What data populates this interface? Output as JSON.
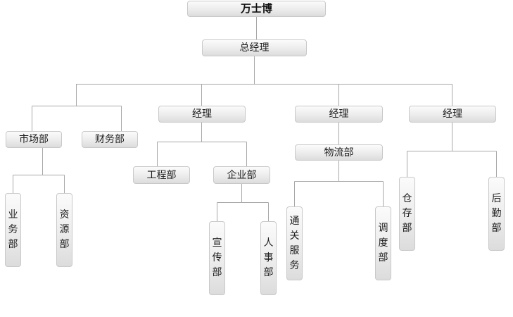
{
  "org": {
    "root": "万士博",
    "general_manager": "总经理",
    "branch_1": {
      "departments": [
        "市场部",
        "财务部"
      ],
      "market_sub": [
        "业务部",
        "资源部"
      ]
    },
    "branch_2": {
      "manager": "经理",
      "departments": [
        "工程部",
        "企业部"
      ],
      "enterprise_sub": [
        "宣传部",
        "人事部"
      ]
    },
    "branch_3": {
      "manager": "经理",
      "department": "物流部",
      "logistics_sub": [
        "通关服务",
        "调度部"
      ]
    },
    "branch_4": {
      "manager": "经理",
      "departments": [
        "仓存部",
        "后勤部"
      ]
    }
  }
}
